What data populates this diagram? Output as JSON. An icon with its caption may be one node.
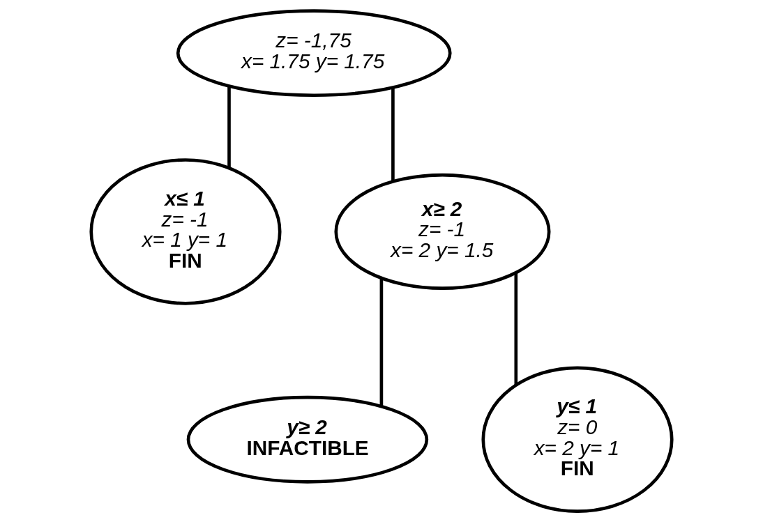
{
  "diagram": {
    "nodes": [
      {
        "text": [
          "z= -1,75",
          "x= 1.75 y= 1.75"
        ]
      },
      {
        "text": [
          "x≤ 1",
          "z= -1",
          "x= 1 y= 1",
          "FIN"
        ]
      },
      {
        "text": [
          "x≥ 2",
          "z= -1",
          "x= 2 y= 1.5"
        ]
      },
      {
        "text": [
          "y≥ 2",
          "INFACTIBLE"
        ]
      },
      {
        "text": [
          "y≤ 1",
          "z= 0",
          "x= 2 y= 1",
          "FIN"
        ]
      }
    ],
    "edges": [
      {
        "from": 0,
        "to": 1,
        "arrow": "none"
      },
      {
        "from": 0,
        "to": 2,
        "arrow": "none"
      },
      {
        "from": 2,
        "to": 3,
        "arrow": "none"
      },
      {
        "from": 2,
        "to": 4,
        "arrow": "none"
      }
    ]
  }
}
